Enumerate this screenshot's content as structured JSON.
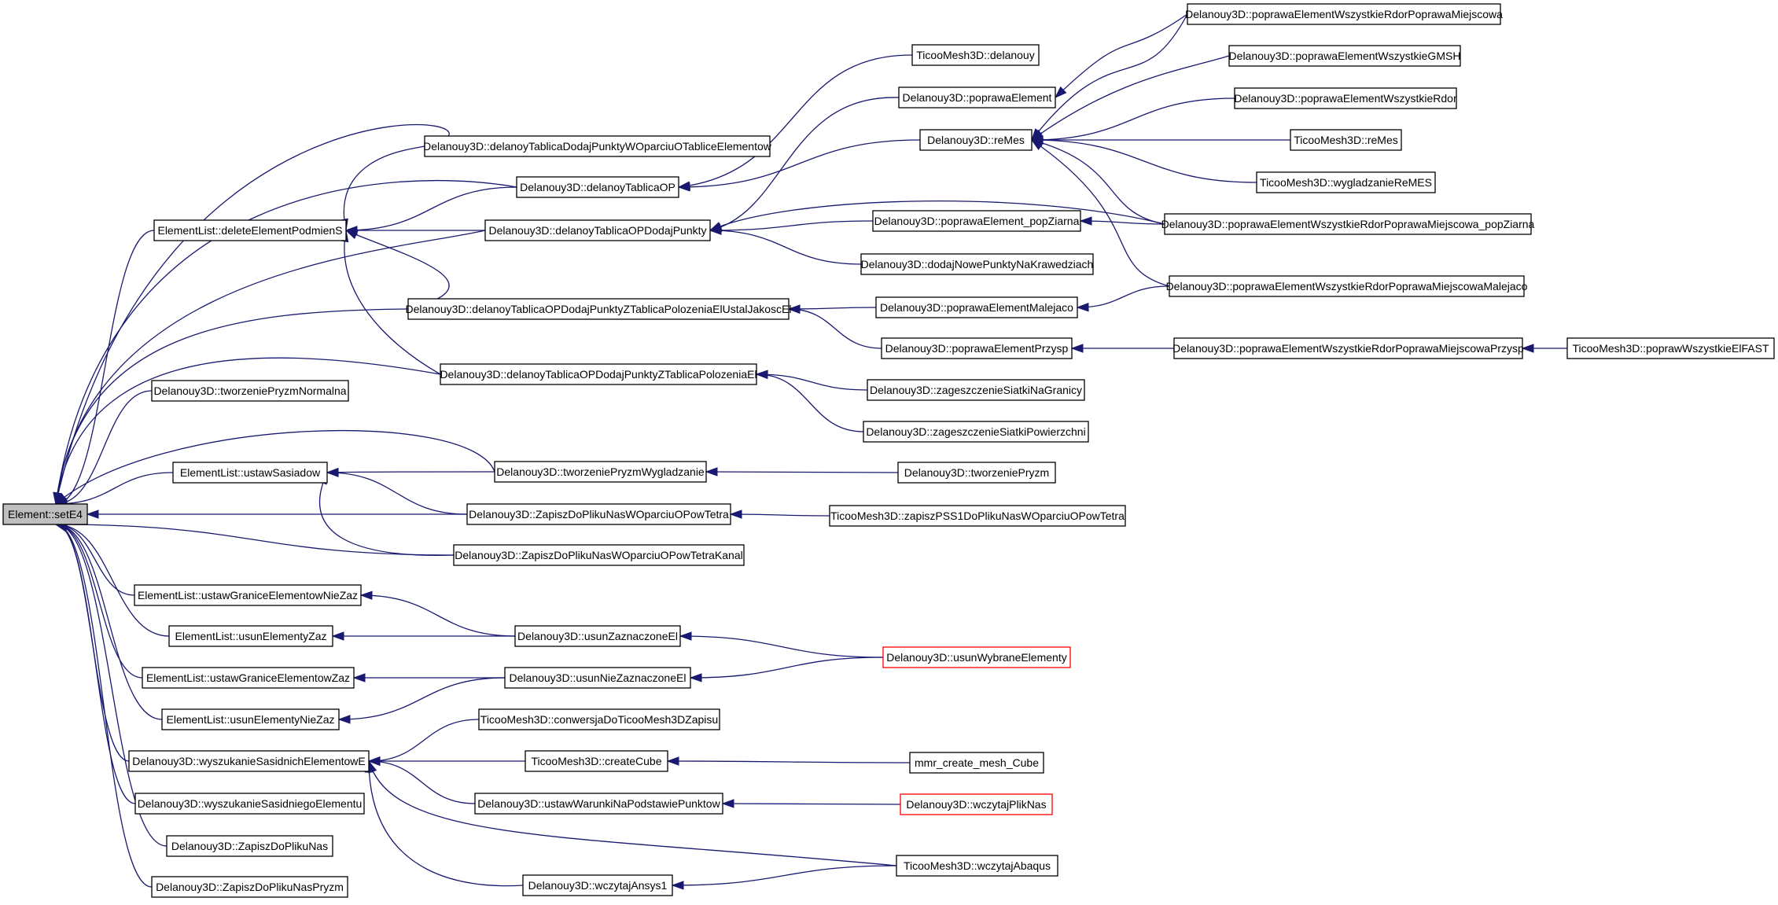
{
  "graph": {
    "edge_color": "#191970",
    "root_fill": "#bfbfbf",
    "truncated_node_border": "#ff0000",
    "nodes": [
      {
        "id": "setE4",
        "label": "Element::setE4",
        "root": true
      },
      {
        "id": "deleteElementPodmienS",
        "label": "ElementList::deleteElementPodmienS"
      },
      {
        "id": "delanoyTablicaDodajPunktyWOparciuOTabliceElementow",
        "label": "Delanouy3D::delanoyTablicaDodajPunktyWOparciuOTabliceElementow"
      },
      {
        "id": "delanoyTablicaOP",
        "label": "Delanouy3D::delanoyTablicaOP"
      },
      {
        "id": "delanoyTablicaOPDodajPunkty",
        "label": "Delanouy3D::delanoyTablicaOPDodajPunkty"
      },
      {
        "id": "delanoyTablicaOPDodajPunktyZTablicaPolozeniaElUstalJakoscEl",
        "label": "Delanouy3D::delanoyTablicaOPDodajPunktyZTablicaPolozeniaElUstalJakoscEl"
      },
      {
        "id": "delanoyTablicaOPDodajPunktyZTablicaPolozeniaEl",
        "label": "Delanouy3D::delanoyTablicaOPDodajPunktyZTablicaPolozeniaEl"
      },
      {
        "id": "tworzeniePryzmNormalna",
        "label": "Delanouy3D::tworzeniePryzmNormalna"
      },
      {
        "id": "ustawSasiadow",
        "label": "ElementList::ustawSasiadow"
      },
      {
        "id": "tworzeniePryzmWygladzanie",
        "label": "Delanouy3D::tworzeniePryzmWygladzanie"
      },
      {
        "id": "ZapiszDoPlikuNasWOparciuOPowTetra",
        "label": "Delanouy3D::ZapiszDoPlikuNasWOparciuOPowTetra"
      },
      {
        "id": "ZapiszDoPlikuNasWOparciuOPowTetraKanal",
        "label": "Delanouy3D::ZapiszDoPlikuNasWOparciuOPowTetraKanal"
      },
      {
        "id": "ustawGraniceElementowNieZaz",
        "label": "ElementList::ustawGraniceElementowNieZaz"
      },
      {
        "id": "usunElementyZaz",
        "label": "ElementList::usunElementyZaz"
      },
      {
        "id": "ustawGraniceElementowZaz",
        "label": "ElementList::ustawGraniceElementowZaz"
      },
      {
        "id": "usunElementyNieZaz",
        "label": "ElementList::usunElementyNieZaz"
      },
      {
        "id": "wyszukanieSasidnichElementowE",
        "label": "Delanouy3D::wyszukanieSasidnichElementowE"
      },
      {
        "id": "wyszukanieSasidniegoElementu",
        "label": "Delanouy3D::wyszukanieSasidniegoElementu"
      },
      {
        "id": "ZapiszDoPlikuNas",
        "label": "Delanouy3D::ZapiszDoPlikuNas"
      },
      {
        "id": "ZapiszDoPlikuNasPryzm",
        "label": "Delanouy3D::ZapiszDoPlikuNasPryzm"
      },
      {
        "id": "usunZaznaczoneEl",
        "label": "Delanouy3D::usunZaznaczoneEl"
      },
      {
        "id": "usunNieZaznaczoneEl",
        "label": "Delanouy3D::usunNieZaznaczoneEl"
      },
      {
        "id": "conwersjaDoTicooMesh3DZapisu",
        "label": "TicooMesh3D::conwersjaDoTicooMesh3DZapisu"
      },
      {
        "id": "createCube",
        "label": "TicooMesh3D::createCube"
      },
      {
        "id": "ustawWarunkiNaPodstawiePunktow",
        "label": "Delanouy3D::ustawWarunkiNaPodstawiePunktow"
      },
      {
        "id": "wczytajAnsys1",
        "label": "Delanouy3D::wczytajAnsys1"
      },
      {
        "id": "TicooMesh3D_delanouy",
        "label": "TicooMesh3D::delanouy"
      },
      {
        "id": "poprawaElement",
        "label": "Delanouy3D::poprawaElement"
      },
      {
        "id": "reMes",
        "label": "Delanouy3D::reMes"
      },
      {
        "id": "poprawaElement_popZiarna",
        "label": "Delanouy3D::poprawaElement_popZiarna"
      },
      {
        "id": "dodajNowePunktyNaKrawedziach",
        "label": "Delanouy3D::dodajNowePunktyNaKrawedziach"
      },
      {
        "id": "poprawaElementMalejaco",
        "label": "Delanouy3D::poprawaElementMalejaco"
      },
      {
        "id": "poprawaElementPrzysp",
        "label": "Delanouy3D::poprawaElementPrzysp"
      },
      {
        "id": "zageszczenieSiatkiNaGranicy",
        "label": "Delanouy3D::zageszczenieSiatkiNaGranicy"
      },
      {
        "id": "zageszczenieSiatkiPowierzchni",
        "label": "Delanouy3D::zageszczenieSiatkiPowierzchni"
      },
      {
        "id": "tworzeniePryzm",
        "label": "Delanouy3D::tworzeniePryzm"
      },
      {
        "id": "zapiszPSS1DoPlikuNasWOparciuOPowTetra",
        "label": "TicooMesh3D::zapiszPSS1DoPlikuNasWOparciuOPowTetra"
      },
      {
        "id": "usunWybraneElementy",
        "label": "Delanouy3D::usunWybraneElementy",
        "truncated": true
      },
      {
        "id": "mmr_create_mesh_Cube",
        "label": "mmr_create_mesh_Cube"
      },
      {
        "id": "wczytajPlikNas",
        "label": "Delanouy3D::wczytajPlikNas",
        "truncated": true
      },
      {
        "id": "wczytajAbaqus",
        "label": "TicooMesh3D::wczytajAbaqus"
      },
      {
        "id": "poprawaElementWszystkieRdorPoprawaMiejscowa",
        "label": "Delanouy3D::poprawaElementWszystkieRdorPoprawaMiejscowa"
      },
      {
        "id": "poprawaElementWszystkieGMSH",
        "label": "Delanouy3D::poprawaElementWszystkieGMSH"
      },
      {
        "id": "poprawaElementWszystkieRdor",
        "label": "Delanouy3D::poprawaElementWszystkieRdor"
      },
      {
        "id": "TicooMesh3D_reMes",
        "label": "TicooMesh3D::reMes"
      },
      {
        "id": "wygladzanieReMES",
        "label": "TicooMesh3D::wygladzanieReMES"
      },
      {
        "id": "poprawaElementWszystkieRdorPoprawaMiejscowa_popZiarna",
        "label": "Delanouy3D::poprawaElementWszystkieRdorPoprawaMiejscowa_popZiarna"
      },
      {
        "id": "poprawaElementWszystkieRdorPoprawaMiejscowaMalejaco",
        "label": "Delanouy3D::poprawaElementWszystkieRdorPoprawaMiejscowaMalejaco"
      },
      {
        "id": "poprawaElementWszystkieRdorPoprawaMiejscowaPrzysp",
        "label": "Delanouy3D::poprawaElementWszystkieRdorPoprawaMiejscowaPrzysp"
      },
      {
        "id": "poprawWszystkieElFAST",
        "label": "TicooMesh3D::poprawWszystkieElFAST"
      }
    ],
    "edges": [
      {
        "from": "deleteElementPodmienS",
        "to": "setE4"
      },
      {
        "from": "delanoyTablicaDodajPunktyWOparciuOTabliceElementow",
        "to": "setE4"
      },
      {
        "from": "delanoyTablicaOP",
        "to": "setE4"
      },
      {
        "from": "delanoyTablicaOPDodajPunkty",
        "to": "setE4"
      },
      {
        "from": "delanoyTablicaOPDodajPunktyZTablicaPolozeniaElUstalJakoscEl",
        "to": "setE4"
      },
      {
        "from": "delanoyTablicaOPDodajPunktyZTablicaPolozeniaEl",
        "to": "setE4"
      },
      {
        "from": "tworzeniePryzmNormalna",
        "to": "setE4"
      },
      {
        "from": "tworzeniePryzmWygladzanie",
        "to": "setE4"
      },
      {
        "from": "ustawSasiadow",
        "to": "setE4"
      },
      {
        "from": "ZapiszDoPlikuNasWOparciuOPowTetra",
        "to": "setE4"
      },
      {
        "from": "ZapiszDoPlikuNasWOparciuOPowTetraKanal",
        "to": "setE4"
      },
      {
        "from": "ustawGraniceElementowNieZaz",
        "to": "setE4"
      },
      {
        "from": "usunElementyZaz",
        "to": "setE4"
      },
      {
        "from": "ustawGraniceElementowZaz",
        "to": "setE4"
      },
      {
        "from": "usunElementyNieZaz",
        "to": "setE4"
      },
      {
        "from": "wyszukanieSasidnichElementowE",
        "to": "setE4"
      },
      {
        "from": "wyszukanieSasidniegoElementu",
        "to": "setE4"
      },
      {
        "from": "ZapiszDoPlikuNas",
        "to": "setE4"
      },
      {
        "from": "ZapiszDoPlikuNasPryzm",
        "to": "setE4"
      },
      {
        "from": "delanoyTablicaDodajPunktyWOparciuOTabliceElementow",
        "to": "deleteElementPodmienS"
      },
      {
        "from": "delanoyTablicaOP",
        "to": "deleteElementPodmienS"
      },
      {
        "from": "delanoyTablicaOPDodajPunkty",
        "to": "deleteElementPodmienS"
      },
      {
        "from": "delanoyTablicaOPDodajPunktyZTablicaPolozeniaElUstalJakoscEl",
        "to": "deleteElementPodmienS"
      },
      {
        "from": "delanoyTablicaOPDodajPunktyZTablicaPolozeniaEl",
        "to": "deleteElementPodmienS"
      },
      {
        "from": "TicooMesh3D_delanouy",
        "to": "delanoyTablicaOP"
      },
      {
        "from": "reMes",
        "to": "delanoyTablicaOP"
      },
      {
        "from": "poprawaElement",
        "to": "delanoyTablicaOPDodajPunkty"
      },
      {
        "from": "poprawaElement_popZiarna",
        "to": "delanoyTablicaOPDodajPunkty"
      },
      {
        "from": "dodajNowePunktyNaKrawedziach",
        "to": "delanoyTablicaOPDodajPunkty"
      },
      {
        "from": "poprawaElementWszystkieRdorPoprawaMiejscowa_popZiarna",
        "to": "delanoyTablicaOPDodajPunkty"
      },
      {
        "from": "poprawaElementMalejaco",
        "to": "delanoyTablicaOPDodajPunktyZTablicaPolozeniaElUstalJakoscEl"
      },
      {
        "from": "poprawaElementPrzysp",
        "to": "delanoyTablicaOPDodajPunktyZTablicaPolozeniaElUstalJakoscEl"
      },
      {
        "from": "zageszczenieSiatkiNaGranicy",
        "to": "delanoyTablicaOPDodajPunktyZTablicaPolozeniaEl"
      },
      {
        "from": "zageszczenieSiatkiPowierzchni",
        "to": "delanoyTablicaOPDodajPunktyZTablicaPolozeniaEl"
      },
      {
        "from": "poprawaElementWszystkieRdorPoprawaMiejscowa",
        "to": "poprawaElement"
      },
      {
        "from": "poprawaElementWszystkieRdorPoprawaMiejscowa",
        "to": "reMes"
      },
      {
        "from": "poprawaElementWszystkieGMSH",
        "to": "reMes"
      },
      {
        "from": "poprawaElementWszystkieRdor",
        "to": "reMes"
      },
      {
        "from": "TicooMesh3D_reMes",
        "to": "reMes"
      },
      {
        "from": "wygladzanieReMES",
        "to": "reMes"
      },
      {
        "from": "poprawaElementWszystkieRdorPoprawaMiejscowa_popZiarna",
        "to": "reMes"
      },
      {
        "from": "poprawaElementWszystkieRdorPoprawaMiejscowaMalejaco",
        "to": "reMes"
      },
      {
        "from": "poprawaElementWszystkieRdorPoprawaMiejscowa_popZiarna",
        "to": "poprawaElement_popZiarna"
      },
      {
        "from": "poprawaElementWszystkieRdorPoprawaMiejscowaMalejaco",
        "to": "poprawaElementMalejaco"
      },
      {
        "from": "poprawaElementWszystkieRdorPoprawaMiejscowaPrzysp",
        "to": "poprawaElementPrzysp"
      },
      {
        "from": "poprawWszystkieElFAST",
        "to": "poprawaElementWszystkieRdorPoprawaMiejscowaPrzysp"
      },
      {
        "from": "tworzeniePryzmWygladzanie",
        "to": "ustawSasiadow"
      },
      {
        "from": "ZapiszDoPlikuNasWOparciuOPowTetra",
        "to": "ustawSasiadow"
      },
      {
        "from": "ZapiszDoPlikuNasWOparciuOPowTetraKanal",
        "to": "ustawSasiadow"
      },
      {
        "from": "tworzeniePryzm",
        "to": "tworzeniePryzmWygladzanie"
      },
      {
        "from": "zapiszPSS1DoPlikuNasWOparciuOPowTetra",
        "to": "ZapiszDoPlikuNasWOparciuOPowTetra"
      },
      {
        "from": "usunZaznaczoneEl",
        "to": "ustawGraniceElementowNieZaz"
      },
      {
        "from": "usunZaznaczoneEl",
        "to": "usunElementyZaz"
      },
      {
        "from": "usunNieZaznaczoneEl",
        "to": "ustawGraniceElementowZaz"
      },
      {
        "from": "usunNieZaznaczoneEl",
        "to": "usunElementyNieZaz"
      },
      {
        "from": "usunWybraneElementy",
        "to": "usunZaznaczoneEl"
      },
      {
        "from": "usunWybraneElementy",
        "to": "usunNieZaznaczoneEl"
      },
      {
        "from": "conwersjaDoTicooMesh3DZapisu",
        "to": "wyszukanieSasidnichElementowE"
      },
      {
        "from": "createCube",
        "to": "wyszukanieSasidnichElementowE"
      },
      {
        "from": "ustawWarunkiNaPodstawiePunktow",
        "to": "wyszukanieSasidnichElementowE"
      },
      {
        "from": "wczytajAbaqus",
        "to": "wyszukanieSasidnichElementowE"
      },
      {
        "from": "wczytajAnsys1",
        "to": "wyszukanieSasidnichElementowE"
      },
      {
        "from": "mmr_create_mesh_Cube",
        "to": "createCube"
      },
      {
        "from": "wczytajPlikNas",
        "to": "ustawWarunkiNaPodstawiePunktow"
      },
      {
        "from": "wczytajAbaqus",
        "to": "wczytajAnsys1"
      }
    ]
  }
}
